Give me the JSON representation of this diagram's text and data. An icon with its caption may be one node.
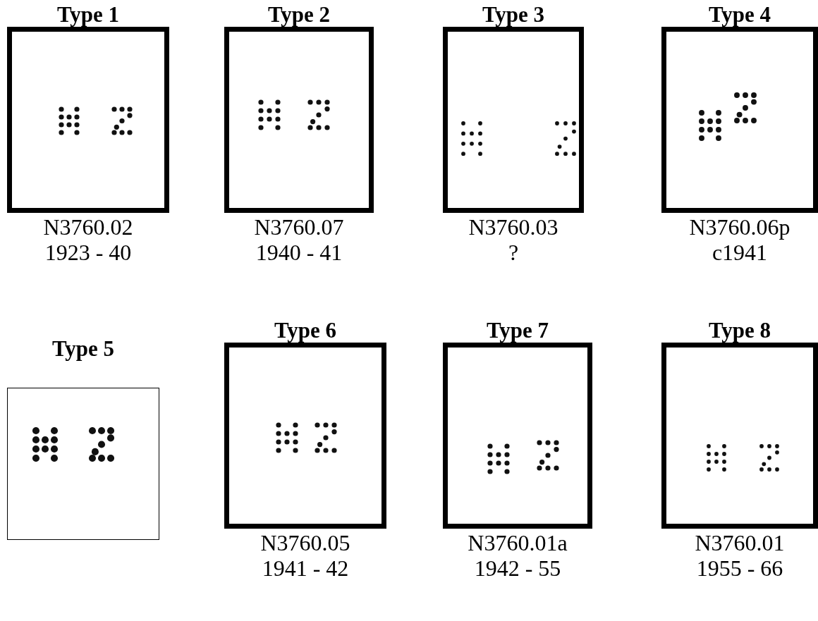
{
  "diagram": {
    "nodes": [
      {
        "text": [
          "Type 1"
        ],
        "beside": [
          "N3760.02",
          "1923 - 40"
        ]
      },
      {
        "text": [
          "Type 2"
        ],
        "beside": [
          "N3760.07",
          "1940 - 41"
        ]
      },
      {
        "text": [
          "Type 3"
        ],
        "beside": [
          "N3760.03",
          "?"
        ]
      },
      {
        "text": [
          "Type 4"
        ],
        "beside": [
          "N3760.06p",
          "c1941"
        ]
      },
      {
        "text": [
          "Type 5"
        ]
      },
      {
        "text": [
          "Type 6"
        ],
        "beside": [
          "N3760.05",
          "1941 - 42"
        ]
      },
      {
        "text": [
          "Type 7"
        ],
        "beside": [
          "N3760.01a",
          "1942 - 55"
        ]
      },
      {
        "text": [
          "Type 8"
        ],
        "beside": [
          "N3760.01",
          "1955 - 66"
        ]
      }
    ]
  }
}
